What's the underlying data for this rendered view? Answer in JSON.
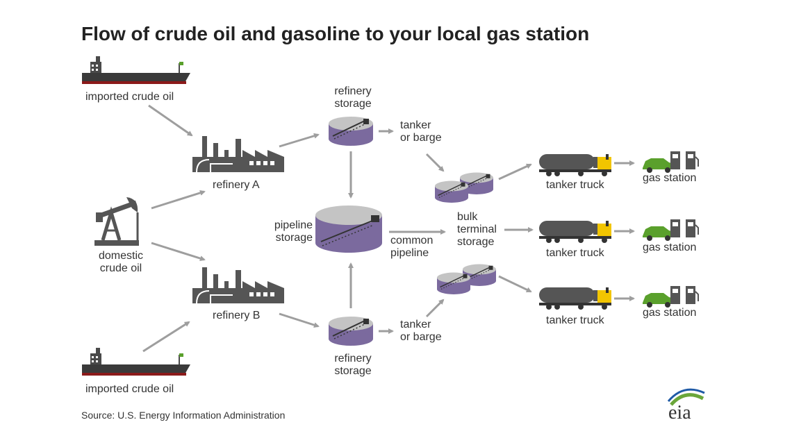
{
  "title": "Flow of crude oil and gasoline to your local gas station",
  "nodes": {
    "imported_crude_top": "imported crude oil",
    "imported_crude_bottom": "imported crude oil",
    "domestic_crude": [
      "domestic",
      "crude oil"
    ],
    "refinery_a": "refinery A",
    "refinery_b": "refinery B",
    "refinery_storage_top": [
      "refinery",
      "storage"
    ],
    "refinery_storage_bottom": [
      "refinery",
      "storage"
    ],
    "pipeline_storage": [
      "pipeline",
      "storage"
    ],
    "tanker_barge_top": [
      "tanker",
      "or barge"
    ],
    "tanker_barge_bottom": [
      "tanker",
      "or barge"
    ],
    "common_pipeline": [
      "common",
      "pipeline"
    ],
    "bulk_terminal": [
      "bulk",
      "terminal",
      "storage"
    ],
    "tanker_truck_1": "tanker truck",
    "tanker_truck_2": "tanker truck",
    "tanker_truck_3": "tanker truck",
    "gas_station_1": "gas station",
    "gas_station_2": "gas station",
    "gas_station_3": "gas station"
  },
  "source": "Source: U.S. Energy Information Administration",
  "logo_text": "eia",
  "colors": {
    "icon_gray": "#555555",
    "arrow_gray": "#9e9e9e",
    "tank_purple": "#7b6a9e",
    "tank_top": "#c4c4c4",
    "ship_red": "#8b1a1a",
    "truck_yellow": "#f2c500",
    "car_green": "#5aa02c",
    "logo_blue": "#1f5aa6",
    "logo_green": "#6aa63a"
  }
}
